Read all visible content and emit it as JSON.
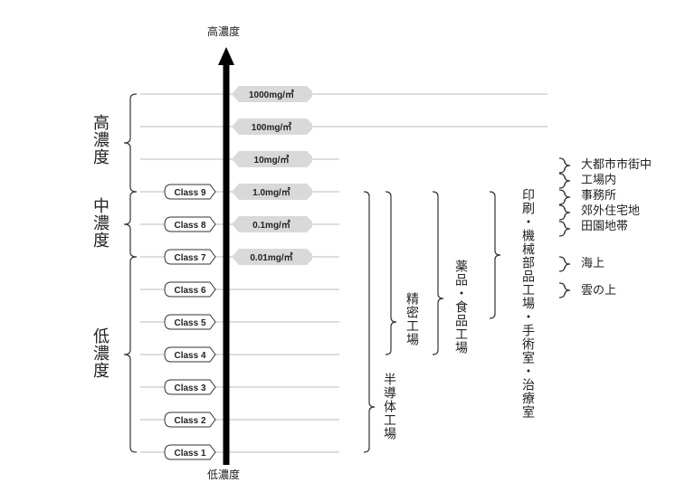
{
  "axis": {
    "top_label": "高濃度",
    "bottom_label": "低濃度"
  },
  "concentration_levels": [
    "1000mg/㎥",
    "100mg/㎥",
    "10mg/㎥",
    "1.0mg/㎥",
    "0.1mg/㎥",
    "0.01mg/㎥"
  ],
  "classes": [
    "Class 9",
    "Class 8",
    "Class 7",
    "Class 6",
    "Class 5",
    "Class 4",
    "Class 3",
    "Class 2",
    "Class 1"
  ],
  "ranges": {
    "high": "高濃度",
    "mid": "中濃度",
    "low": "低濃度"
  },
  "facilities": {
    "semiconductor": "半導体工場",
    "precision": "精密工場",
    "pharma_food": "薬品・食品工場",
    "printing": "印刷・機械部品工場・手術室・治療室"
  },
  "environments": [
    "大都市市街中",
    "工場内",
    "事務所",
    "郊外住宅地",
    "田園地帯"
  ],
  "sea": "海上",
  "cloud": "雲の上"
}
